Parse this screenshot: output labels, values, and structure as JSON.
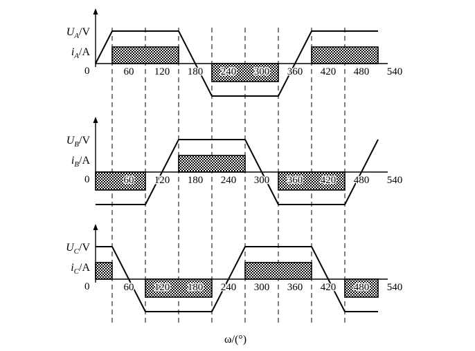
{
  "x_axis_label": "ω/(°)",
  "panels": [
    {
      "id": "A",
      "voltage_label": "U_A/V",
      "current_label": "i_A/A",
      "origin_label": "0",
      "tick_labels": [
        "60",
        "120",
        "180",
        "240",
        "300",
        "360",
        "420",
        "480",
        "540"
      ],
      "voltage_wave": [
        [
          0,
          0
        ],
        [
          30,
          1
        ],
        [
          150,
          1
        ],
        [
          210,
          -1
        ],
        [
          330,
          -1
        ],
        [
          390,
          1
        ],
        [
          510,
          1
        ]
      ],
      "current_blocks": [
        [
          30,
          150,
          1
        ],
        [
          210,
          330,
          -1
        ],
        [
          390,
          510,
          1
        ]
      ]
    },
    {
      "id": "B",
      "voltage_label": "U_B/V",
      "current_label": "i_B/A",
      "origin_label": "0",
      "tick_labels": [
        "60",
        "120",
        "180",
        "240",
        "300",
        "360",
        "420",
        "480",
        "540"
      ],
      "voltage_wave": [
        [
          0,
          -1
        ],
        [
          90,
          -1
        ],
        [
          150,
          1
        ],
        [
          270,
          1
        ],
        [
          330,
          -1
        ],
        [
          450,
          -1
        ],
        [
          510,
          1
        ]
      ],
      "current_blocks": [
        [
          0,
          90,
          -1
        ],
        [
          150,
          270,
          1
        ],
        [
          330,
          450,
          -1
        ]
      ]
    },
    {
      "id": "C",
      "voltage_label": "U_C/V",
      "current_label": "i_C/A",
      "origin_label": "0",
      "tick_labels": [
        "60",
        "120",
        "180",
        "240",
        "300",
        "360",
        "420",
        "480",
        "540"
      ],
      "voltage_wave": [
        [
          0,
          1
        ],
        [
          30,
          1
        ],
        [
          90,
          -1
        ],
        [
          210,
          -1
        ],
        [
          270,
          1
        ],
        [
          390,
          1
        ],
        [
          450,
          -1
        ],
        [
          510,
          -1
        ]
      ],
      "current_blocks": [
        [
          0,
          30,
          1
        ],
        [
          90,
          210,
          -1
        ],
        [
          270,
          390,
          1
        ],
        [
          450,
          510,
          -1
        ]
      ]
    }
  ],
  "dashed_lines_deg": [
    30,
    90,
    150,
    210,
    270,
    330,
    390,
    450
  ]
}
